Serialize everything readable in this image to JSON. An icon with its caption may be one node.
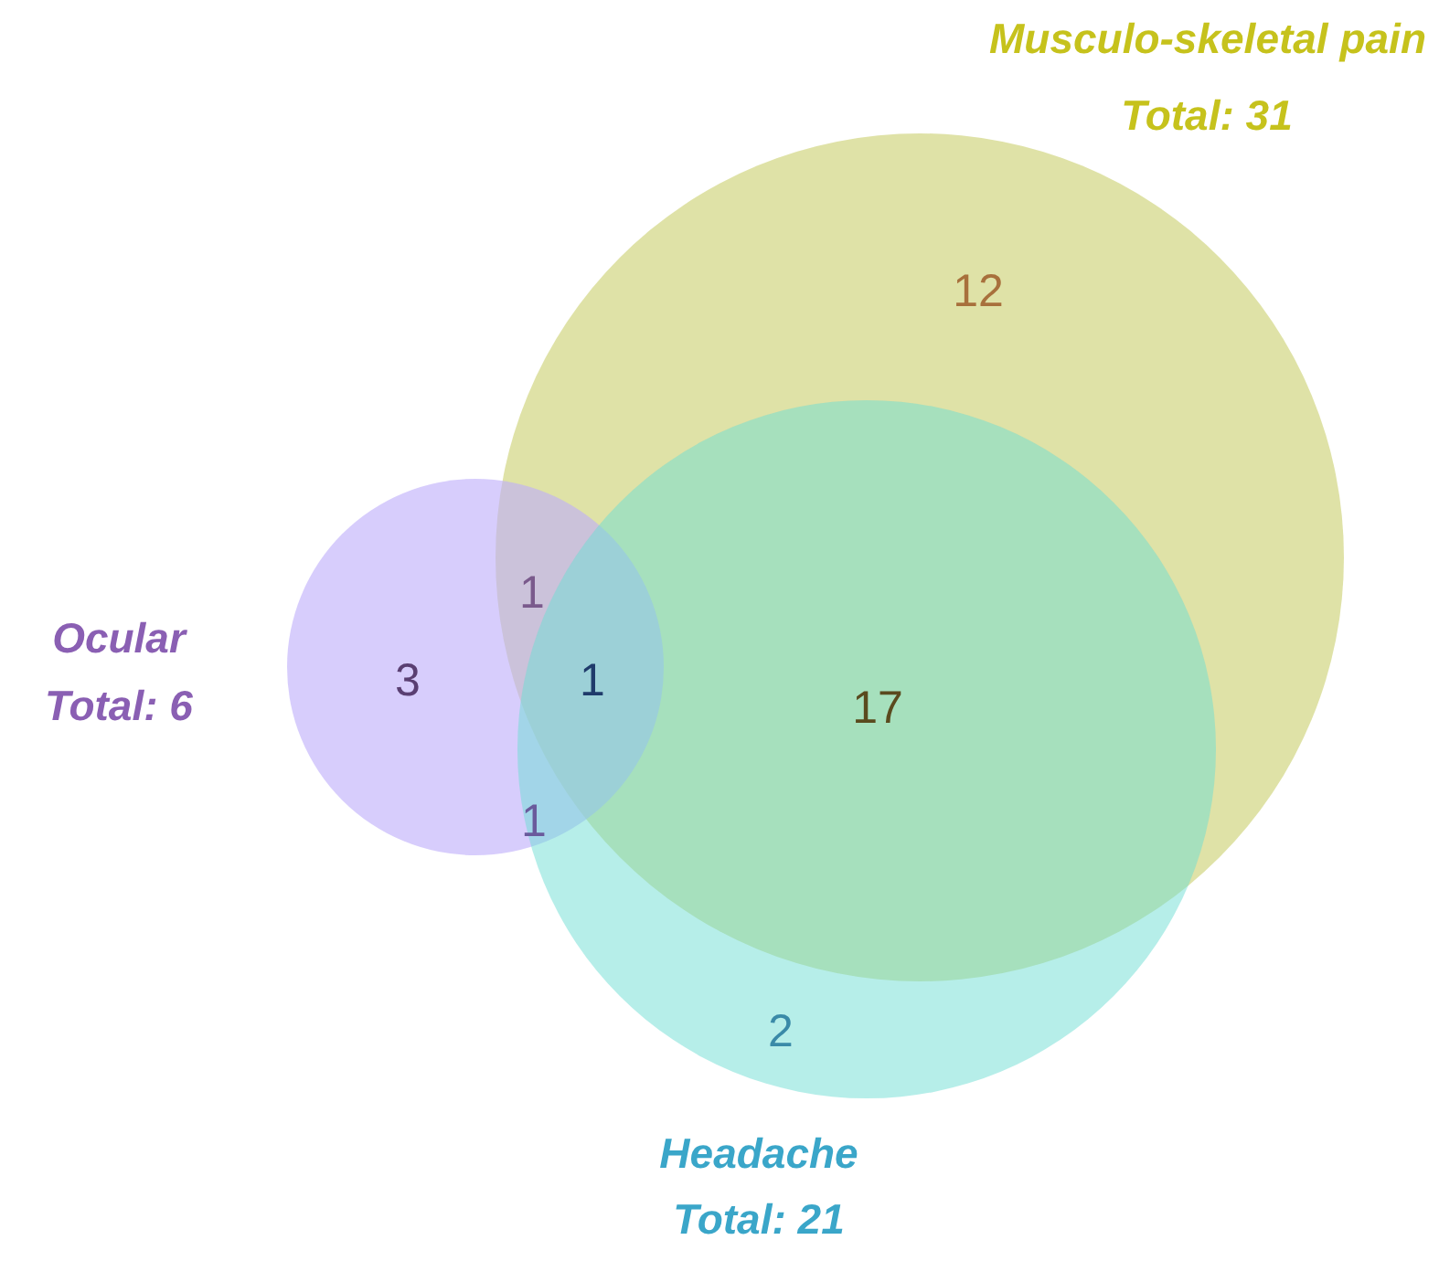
{
  "diagram": {
    "nodes": [
      {
        "text": [
          "Musculo-skeletal pain",
          "Total: 31"
        ]
      },
      {
        "text": [
          "Ocular",
          "Total: 6"
        ]
      },
      {
        "text": [
          "Headache",
          "Total: 21"
        ]
      }
    ],
    "labels": [
      "12",
      "1",
      "3",
      "1",
      "17",
      "1",
      "2"
    ]
  }
}
